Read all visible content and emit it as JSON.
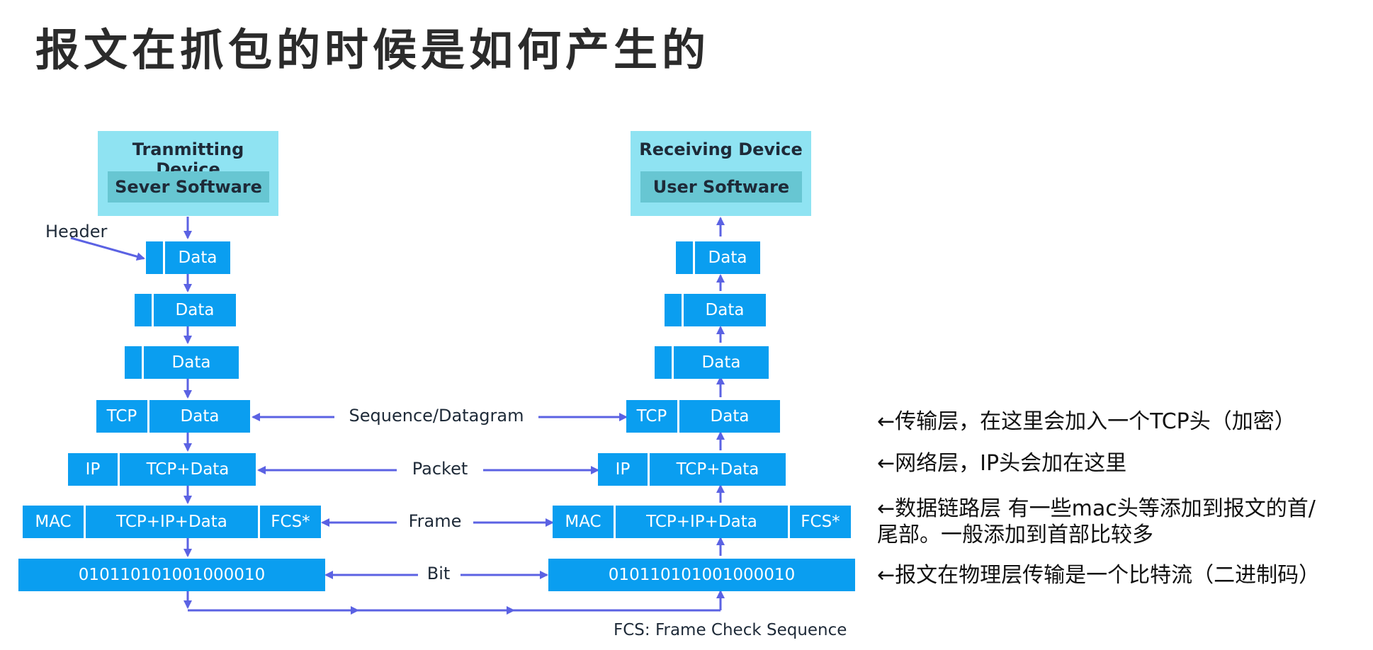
{
  "title": "报文在抓包的时候是如何产生的",
  "transmit": {
    "device_label": "Tranmitting Device",
    "software_label": "Sever Software"
  },
  "receive": {
    "device_label": "Receiving Device",
    "software_label": "User Software"
  },
  "header_label": "Header",
  "blocks": {
    "data": "Data",
    "tcp": "TCP",
    "ip": "IP",
    "tcp_data": "TCP+Data",
    "mac": "MAC",
    "tcp_ip_data": "TCP+IP+Data",
    "fcs": "FCS*",
    "bits": "010110101001000010"
  },
  "layer_labels": {
    "sequence": "Sequence/Datagram",
    "packet": "Packet",
    "frame": "Frame",
    "bit": "Bit"
  },
  "notes": {
    "transport": "←传输层，在这里会加入一个TCP头（加密）",
    "network": "←网络层，IP头会加在这里",
    "datalink_line1": "←数据链路层 有一些mac头等添加到报文的首/",
    "datalink_line2": "尾部。一般添加到首部比较多",
    "physical": "←报文在物理层传输是一个比特流（二进制码）"
  },
  "fcs_note": "FCS: Frame Check Sequence",
  "colors": {
    "block": "#0a9ef0",
    "device": "#8fe3f2",
    "software": "#67c6d2",
    "arrow": "#5b62e3",
    "text": "#1e2a38"
  }
}
